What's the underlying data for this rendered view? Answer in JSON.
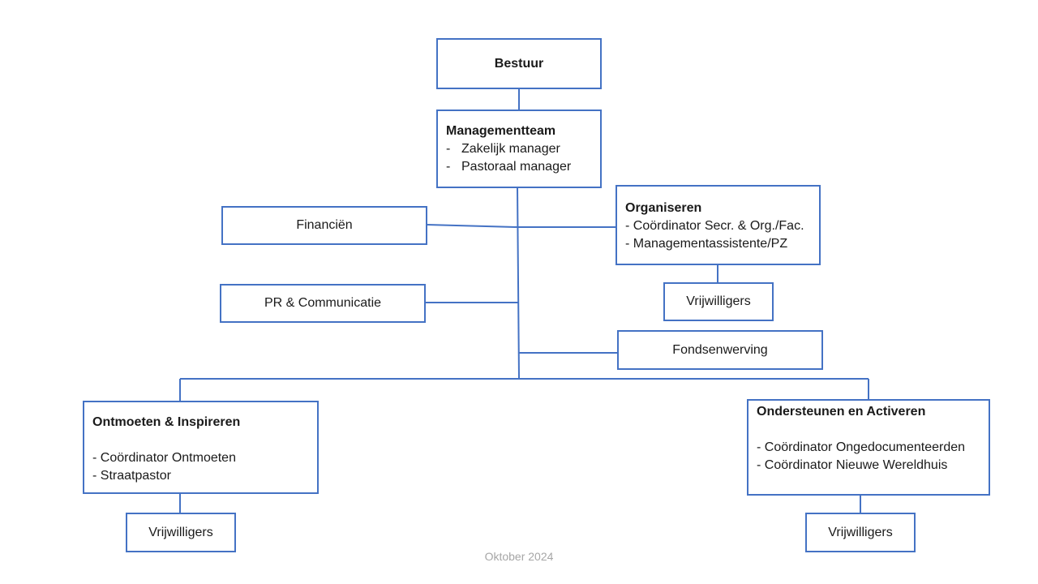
{
  "bestuur": {
    "title": "Bestuur"
  },
  "management": {
    "title": "Managementteam",
    "items": [
      "Zakelijk manager",
      "Pastoraal manager"
    ]
  },
  "financien": {
    "title": "Financiën"
  },
  "pr": {
    "title": "PR & Communicatie"
  },
  "organiseren": {
    "title": "Organiseren",
    "items": [
      "- Coördinator Secr. & Org./Fac.",
      "- Managementassistente/PZ"
    ]
  },
  "organiseren_volunteers": {
    "title": "Vrijwilligers"
  },
  "fondsenwerving": {
    "title": "Fondsenwerving"
  },
  "ontmoeten": {
    "title": "Ontmoeten & Inspireren",
    "items": [
      "- Coördinator Ontmoeten",
      "- Straatpastor"
    ]
  },
  "ontmoeten_volunteers": {
    "title": "Vrijwilligers"
  },
  "ondersteunen": {
    "title": "Ondersteunen en Activeren",
    "items": [
      "- Coördinator Ongedocumenteerden",
      "- Coördinator Nieuwe Wereldhuis"
    ]
  },
  "ondersteunen_volunteers": {
    "title": "Vrijwilligers"
  },
  "footer": {
    "date": "Oktober 2024"
  },
  "colors": {
    "line": "#4472c4",
    "footer_text": "#a6a6a6"
  }
}
